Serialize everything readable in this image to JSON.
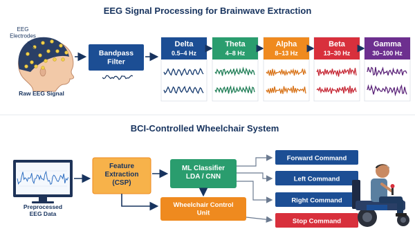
{
  "top": {
    "title": "EEG Signal Processing for Brainwave Extraction",
    "electrodes_label": "EEG\nElectrodes",
    "raw_label": "Raw EEG Signal",
    "filter_label": "Bandpass\nFilter",
    "bands": [
      {
        "name": "Delta",
        "range": "0.5–4 Hz",
        "color": "#1c4e94",
        "wave": "#163a6e"
      },
      {
        "name": "Theta",
        "range": "4–8 Hz",
        "color": "#2a9d6e",
        "wave": "#1e7d55"
      },
      {
        "name": "Alpha",
        "range": "8–13 Hz",
        "color": "#ef8a1f",
        "wave": "#d8741a"
      },
      {
        "name": "Beta",
        "range": "13–30 Hz",
        "color": "#d8303c",
        "wave": "#c62835"
      },
      {
        "name": "Gamma",
        "range": "30–100 Hz",
        "color": "#6d2f8f",
        "wave": "#5a2278"
      }
    ]
  },
  "bottom": {
    "title": "BCI-Controlled Wheelchair System",
    "eeg_label": "Preprocessed\nEEG Data",
    "feature_label": "Feature\nExtraction\n(CSP)",
    "classifier_label": "ML Classifier\nLDA / CNN",
    "control_label": "Wheelchair Control\nUnit",
    "commands": [
      {
        "label": "Forward Command",
        "color": "#1c4e94"
      },
      {
        "label": "Left Command",
        "color": "#1c4e94"
      },
      {
        "label": "Right Command",
        "color": "#1c4e94"
      },
      {
        "label": "Stop Command",
        "color": "#d8303c"
      }
    ]
  },
  "colors": {
    "navy": "#17335e",
    "blue": "#1c4e94",
    "light_blue": "#2f6fc2",
    "orange": "#ef8a1f",
    "green": "#2a9d6e",
    "red": "#d8303c"
  }
}
